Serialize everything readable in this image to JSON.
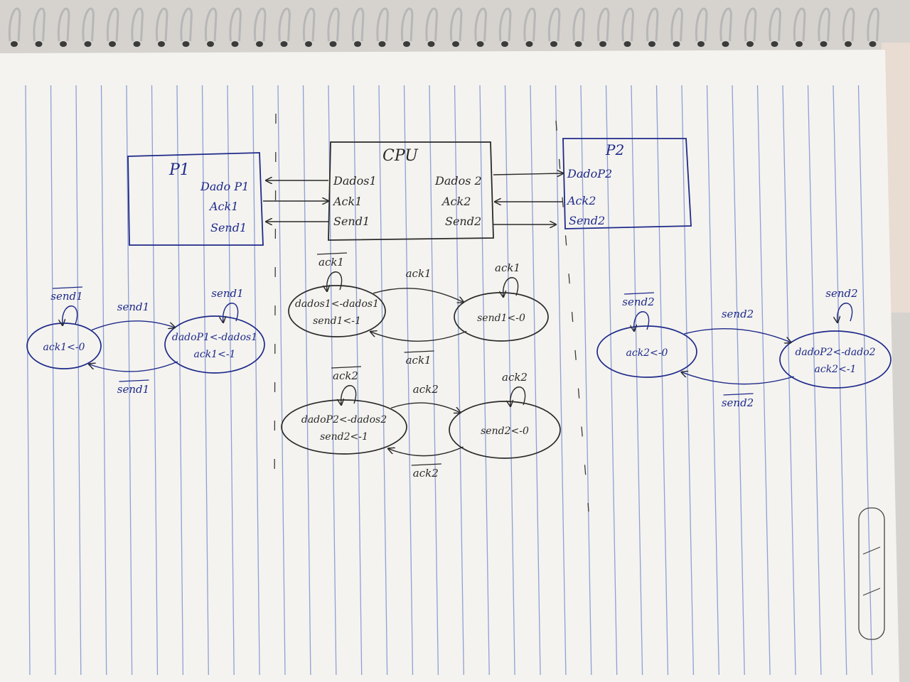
{
  "colors": {
    "paper": "#f4f3ef",
    "rule": "#8f9fd6",
    "blue_ink": "#1f2a8a",
    "pencil": "#2a2a2a",
    "spiral": "#b7b7b7"
  },
  "blocks": {
    "p1": {
      "title": "P1",
      "ports": [
        "Dado P1",
        "Ack1",
        "Send1"
      ]
    },
    "cpu": {
      "title": "CPU",
      "left_ports": [
        "Dados1",
        "Ack1",
        "Send1"
      ],
      "right_ports": [
        "Dados 2",
        "Ack2",
        "Send2"
      ]
    },
    "p2": {
      "title": "P2",
      "ports": [
        "DadoP2",
        "Ack2",
        "Send2"
      ]
    }
  },
  "fsm_p1": {
    "states": [
      {
        "line1": "ack1<-0",
        "line2": ""
      },
      {
        "line1": "dadoP1<-dados1",
        "line2": "ack1<-1"
      }
    ],
    "transitions": {
      "self_left": "send1",
      "forward": "send1",
      "self_right": "send1",
      "back": "send1"
    },
    "overlined": [
      "self_left",
      "back"
    ]
  },
  "fsm_cpu1": {
    "states": [
      {
        "line1": "dados1<-dados1",
        "line2": "send1<-1"
      },
      {
        "line1": "send1<-0",
        "line2": ""
      }
    ],
    "transitions": {
      "self_left": "ack1",
      "forward": "ack1",
      "self_right": "ack1",
      "back": "ack1"
    },
    "overlined": [
      "self_left",
      "back"
    ]
  },
  "fsm_cpu2": {
    "states": [
      {
        "line1": "dadoP2<-dados2",
        "line2": "send2<-1"
      },
      {
        "line1": "send2<-0",
        "line2": ""
      }
    ],
    "transitions": {
      "self_left": "ack2",
      "forward": "ack2",
      "self_right": "ack2",
      "back": "ack2"
    },
    "overlined": [
      "self_left",
      "back"
    ]
  },
  "fsm_p2": {
    "states": [
      {
        "line1": "ack2<-0",
        "line2": ""
      },
      {
        "line1": "dadoP2<-dado2",
        "line2": "ack2<-1"
      }
    ],
    "transitions": {
      "self_left": "send2",
      "forward": "send2",
      "self_right": "send2",
      "back": "send2"
    },
    "overlined": [
      "self_left",
      "back"
    ]
  }
}
